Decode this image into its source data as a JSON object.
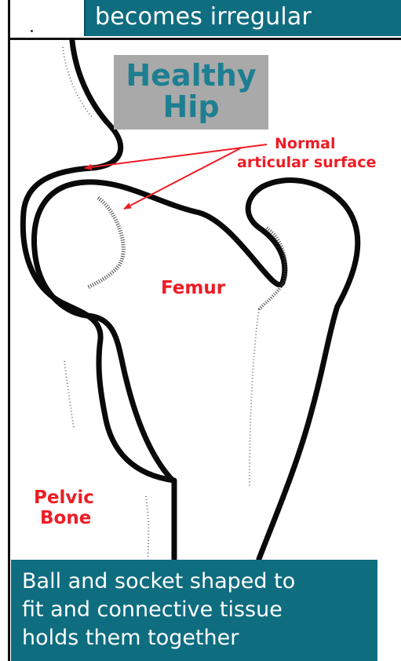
{
  "top_banner": {
    "text": "becomes irregular",
    "color": "#0f6d80"
  },
  "title": {
    "line1": "Healthy",
    "line2": "Hip",
    "box_color": "#a9a9a9",
    "text_color": "#1d7f91"
  },
  "labels": {
    "normal_line1": "Normal",
    "normal_line2": "articular surface",
    "femur": "Femur",
    "pelvic_line1": "Pelvic",
    "pelvic_line2": "Bone",
    "color": "#ee1c25"
  },
  "bottom_banner": {
    "line1": "Ball and socket shaped to",
    "line2": "fit and connective tissue",
    "line3": "holds them together",
    "color": "#0f6d80"
  }
}
